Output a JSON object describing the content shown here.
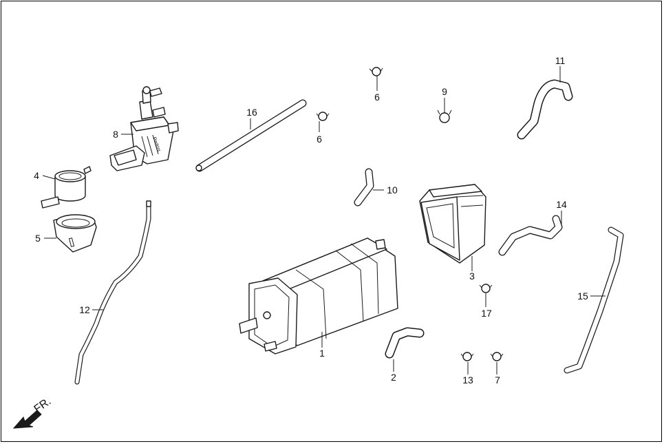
{
  "diagram": {
    "direction_label": "FR.",
    "brand_mark": "Pedrini",
    "callouts": [
      {
        "id": "c1",
        "label": "1"
      },
      {
        "id": "c2",
        "label": "2"
      },
      {
        "id": "c3",
        "label": "3"
      },
      {
        "id": "c4",
        "label": "4"
      },
      {
        "id": "c5",
        "label": "5"
      },
      {
        "id": "c6a",
        "label": "6"
      },
      {
        "id": "c6b",
        "label": "6"
      },
      {
        "id": "c7",
        "label": "7"
      },
      {
        "id": "c8",
        "label": "8"
      },
      {
        "id": "c9",
        "label": "9"
      },
      {
        "id": "c10",
        "label": "10"
      },
      {
        "id": "c11",
        "label": "11"
      },
      {
        "id": "c12",
        "label": "12"
      },
      {
        "id": "c13",
        "label": "13"
      },
      {
        "id": "c14",
        "label": "14"
      },
      {
        "id": "c15",
        "label": "15"
      },
      {
        "id": "c16",
        "label": "16"
      },
      {
        "id": "c17",
        "label": "17"
      }
    ]
  }
}
